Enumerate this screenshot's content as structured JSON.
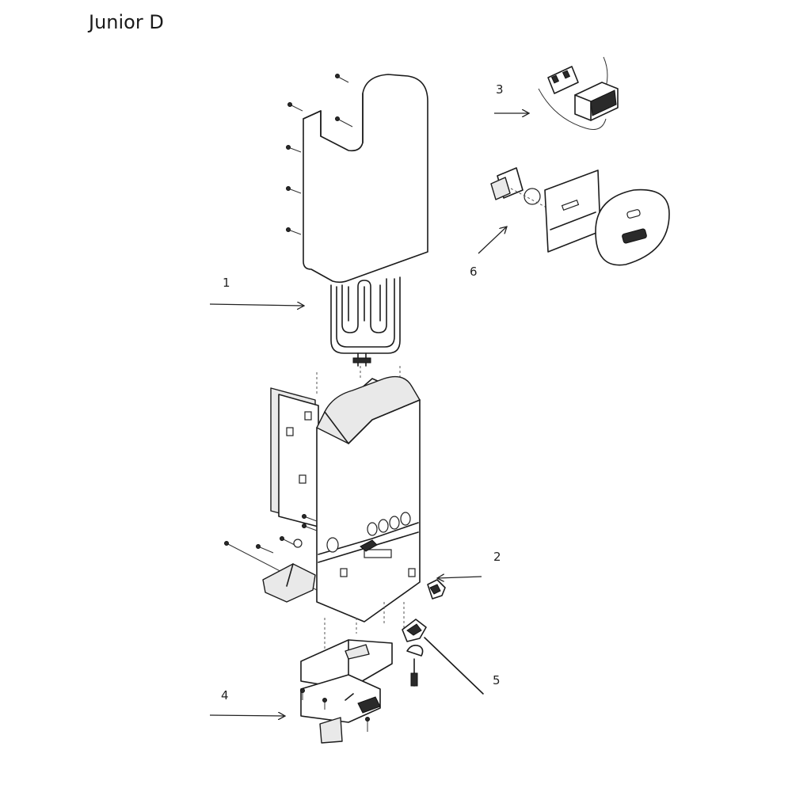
{
  "title": "Junior D",
  "callouts": [
    {
      "id": "1",
      "label": "1"
    },
    {
      "id": "2",
      "label": "2"
    },
    {
      "id": "3",
      "label": "3"
    },
    {
      "id": "4",
      "label": "4"
    },
    {
      "id": "5",
      "label": "5"
    },
    {
      "id": "6",
      "label": "6"
    }
  ]
}
